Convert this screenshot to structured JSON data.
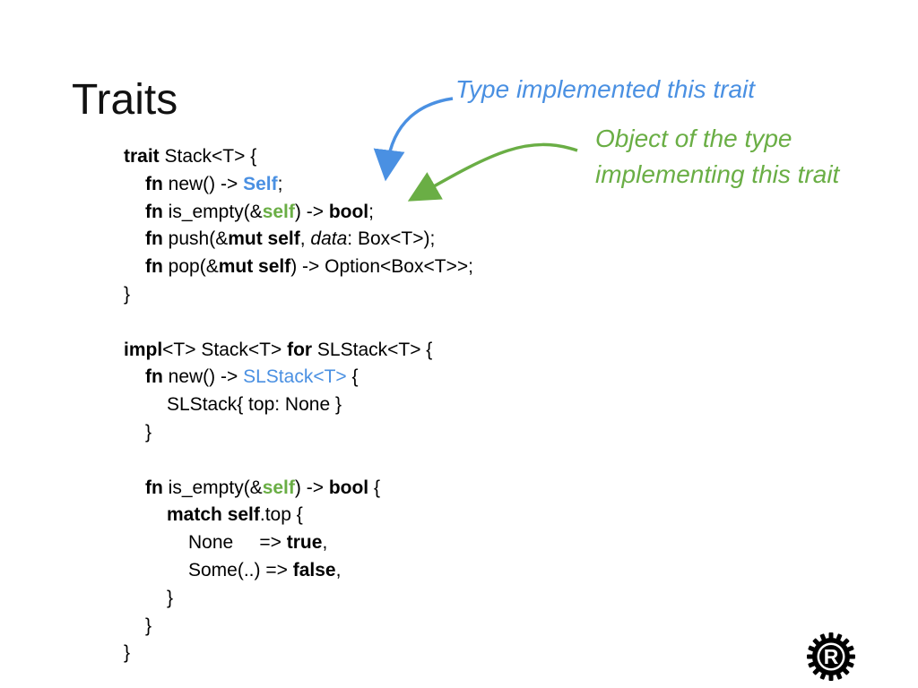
{
  "slide": {
    "title": "Traits",
    "note_type": "Type implemented this trait",
    "note_object_line1": "Object of the type",
    "note_object_line2": "implementing this trait"
  },
  "code": {
    "trait": "trait",
    "stack_t_open": " Stack<T> {",
    "fn": "fn",
    "new_arrow": " new() -> ",
    "self_type": "Self",
    "semi": ";",
    "is_empty_open": " is_empty(&",
    "self_ref": "self",
    "close_arrow": ") -> ",
    "bool": "bool",
    "push_open": " push(&",
    "mut": "mut",
    "self_kw": "self",
    "comma_sp": ", ",
    "data": "data",
    "box_t_close": ": Box<T>);",
    "pop_open": " pop(&",
    "option_close": ") -> Option<Box<T>>;",
    "close_brace": "}",
    "impl": "impl",
    "impl_middle": "<T> Stack<T> ",
    "for": "for",
    "slstack_open": " SLStack<T> {",
    "slstack_t": "SLStack<T>",
    "open_brace_sp": " {",
    "slstack_body": "SLStack{ top: None }",
    "bool_open": " {",
    "match": "match",
    "top_open": ".top {",
    "none_arrow": "None     => ",
    "true": "true",
    "comma": ",",
    "some_arrow": "Some(..) => ",
    "false": "false"
  },
  "logo": {
    "icon": "rust-logo-icon",
    "letter": "R"
  },
  "colors": {
    "blue": "#4a90e2",
    "green": "#6aae45"
  }
}
